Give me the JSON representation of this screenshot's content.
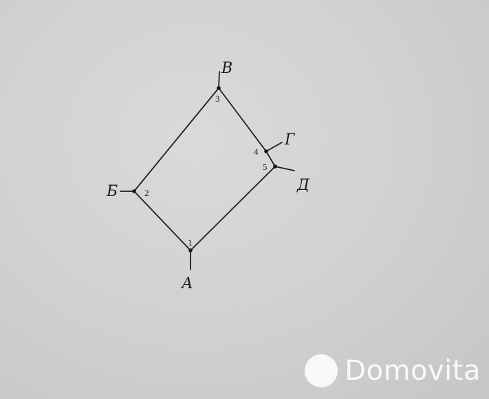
{
  "diagram": {
    "node_labels": {
      "a": "А",
      "b": "Б",
      "v": "В",
      "g": "Г",
      "d": "Д"
    },
    "junctions": {
      "j1": "1",
      "j2": "2",
      "j3": "3",
      "j4": "4",
      "j5": "5"
    }
  },
  "watermark": {
    "text": "Domovita"
  }
}
